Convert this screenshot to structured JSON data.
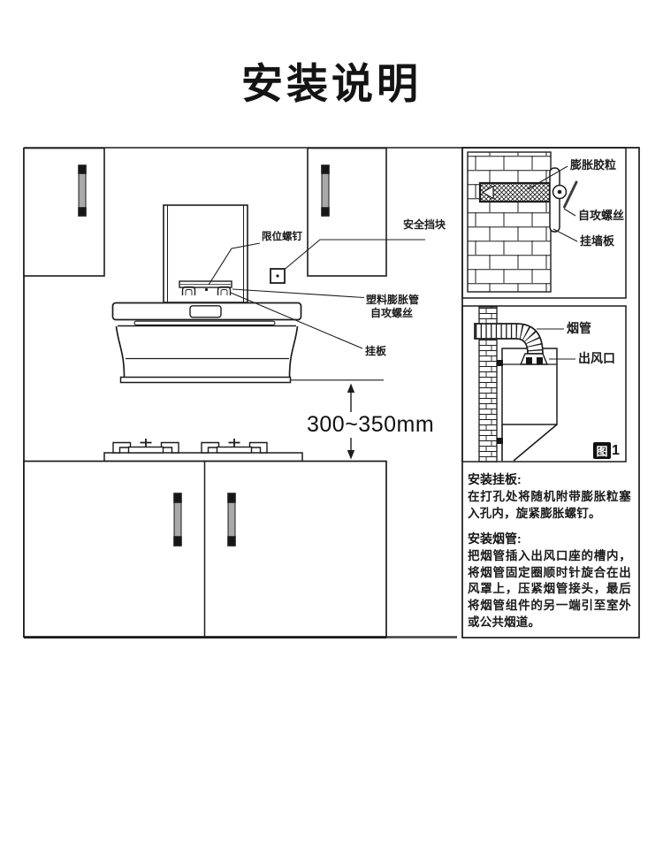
{
  "title": "安装说明",
  "scene": {
    "labels": {
      "limit_screw": "限位螺钉",
      "safety_block": "安全挡块",
      "plastic_expansion_tube": "塑料膨胀管",
      "self_tapping_screw": "自攻螺丝",
      "hanging_plate": "挂板",
      "install_height": "300~350mm"
    }
  },
  "detail_panel": {
    "anchor_figure": {
      "expansion_plug": "膨胀胶粒",
      "self_tapping_screw": "自攻螺丝",
      "wall_plate": "挂墙板"
    },
    "duct_figure": {
      "smoke_pipe": "烟管",
      "air_outlet": "出风口",
      "tag_char": "图",
      "tag_num": "1"
    },
    "instructions": [
      {
        "heading": "安装挂板:",
        "body": "在打孔处将随机附带膨胀粒塞入孔内，旋紧膨胀螺钉。"
      },
      {
        "heading": "安装烟管:",
        "body": "把烟管插入出风口座的槽内，将烟管固定圈顺时针旋合在出风罩上，压紧烟管接头，最后将烟管组件的另一端引至室外或公共烟道。"
      }
    ]
  },
  "colors": {
    "line": "#1c1c1c",
    "handle": "#a9a9a9",
    "background": "#ffffff"
  }
}
